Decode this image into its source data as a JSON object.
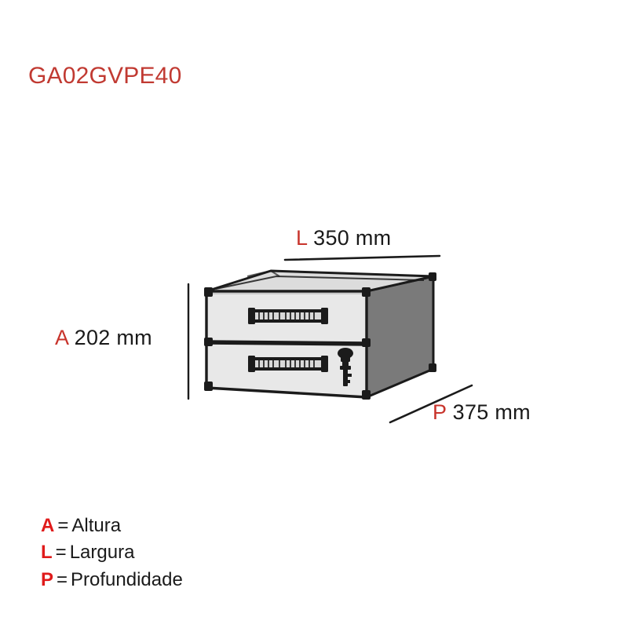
{
  "product": {
    "code": "GA02GVPE40"
  },
  "dimensions": {
    "width": {
      "key": "L",
      "value": "350 mm",
      "full": "L 350 mm"
    },
    "height": {
      "key": "A",
      "value": "202 mm",
      "full": "A 202 mm"
    },
    "depth": {
      "key": "P",
      "value": "375 mm",
      "full": "P 375 mm"
    }
  },
  "legend": [
    {
      "key": "A",
      "eq": "=",
      "term": "Altura"
    },
    {
      "key": "L",
      "eq": "=",
      "term": "Largura"
    },
    {
      "key": "P",
      "eq": "=",
      "term": "Profundidade"
    }
  ],
  "illustration": {
    "subject": "two-drawer-cabinet",
    "drawers": 2,
    "handles": 2,
    "lock": "key-lock",
    "view": "isometric"
  },
  "colors": {
    "code_red": "#C13A32",
    "label_red": "#C8342C",
    "legend_red": "#E01B1B",
    "text_black": "#1a1a1a",
    "drawer_face": "#E8E8E8",
    "side_panel": "#7A7A7A",
    "top_panel": "#D8D8D8",
    "outline": "#1b1b1b",
    "background": "#FFFFFF"
  }
}
